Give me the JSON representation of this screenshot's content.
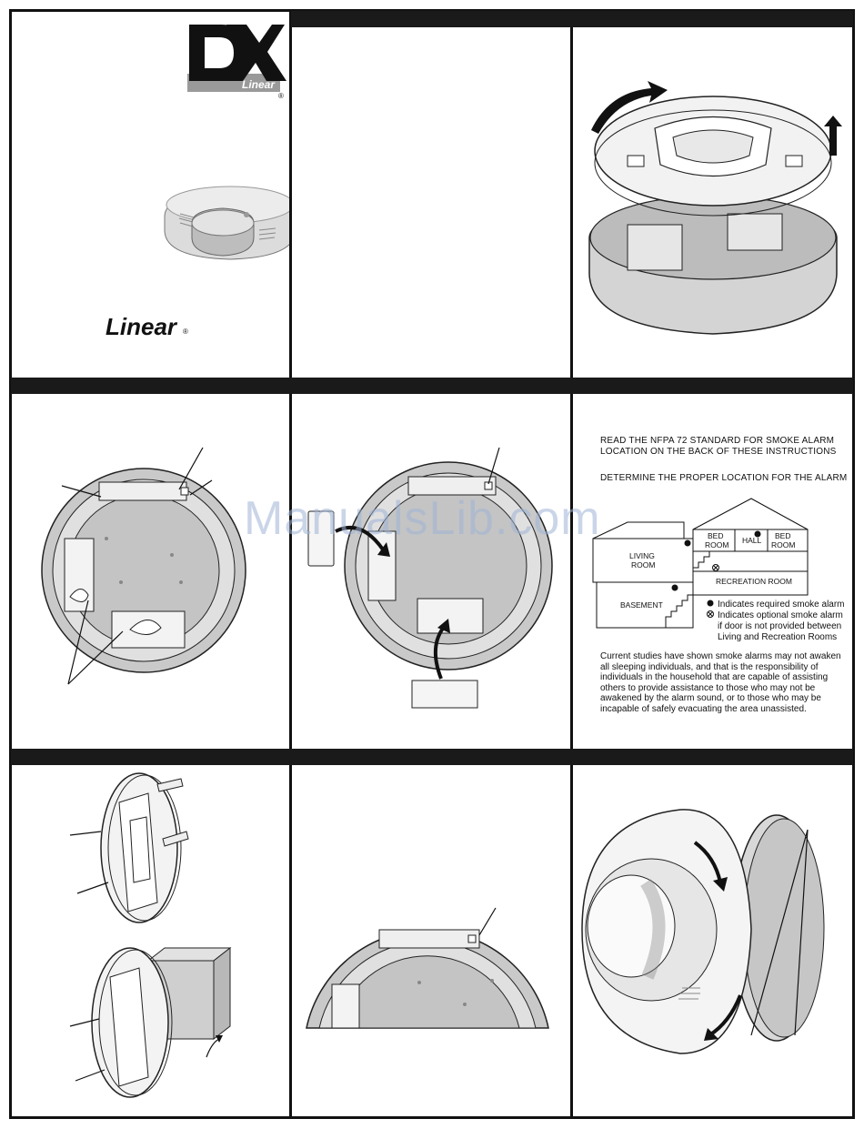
{
  "brand": {
    "dx_logo": "DX",
    "dx_sub": "Linear",
    "registered": "®",
    "linear_wordmark": "Linear",
    "wordmark_mark": "®"
  },
  "location": {
    "read_standard_1": "READ THE NFPA 72 STANDARD FOR SMOKE ALARM",
    "read_standard_2": "LOCATION ON THE BACK OF THESE INSTRUCTIONS",
    "determine": "DETERMINE THE PROPER LOCATION FOR THE ALARM",
    "rooms": {
      "living_1": "LIVING",
      "living_2": "ROOM",
      "bed_left_1": "BED",
      "bed_left_2": "ROOM",
      "hall": "HALL",
      "bed_right_1": "BED",
      "bed_right_2": "ROOM",
      "recreation": "RECREATION ROOM",
      "basement": "BASEMENT"
    },
    "legend": {
      "required": "Indicates required smoke alarm",
      "optional_1": "Indicates optional smoke alarm",
      "optional_2": "if door is not provided between",
      "optional_3": "Living and Recreation Rooms"
    },
    "paragraph": [
      "Current studies have shown smoke alarms may not awaken",
      "all sleeping individuals, and that is the responsibility of",
      "individuals in the household that are capable of assisting",
      "others to provide assistance to those who may not be",
      "awakened by the alarm sound, or to those who may be",
      "incapable of safely evacuating the area unassisted."
    ]
  },
  "watermark": "ManualsLib.com"
}
